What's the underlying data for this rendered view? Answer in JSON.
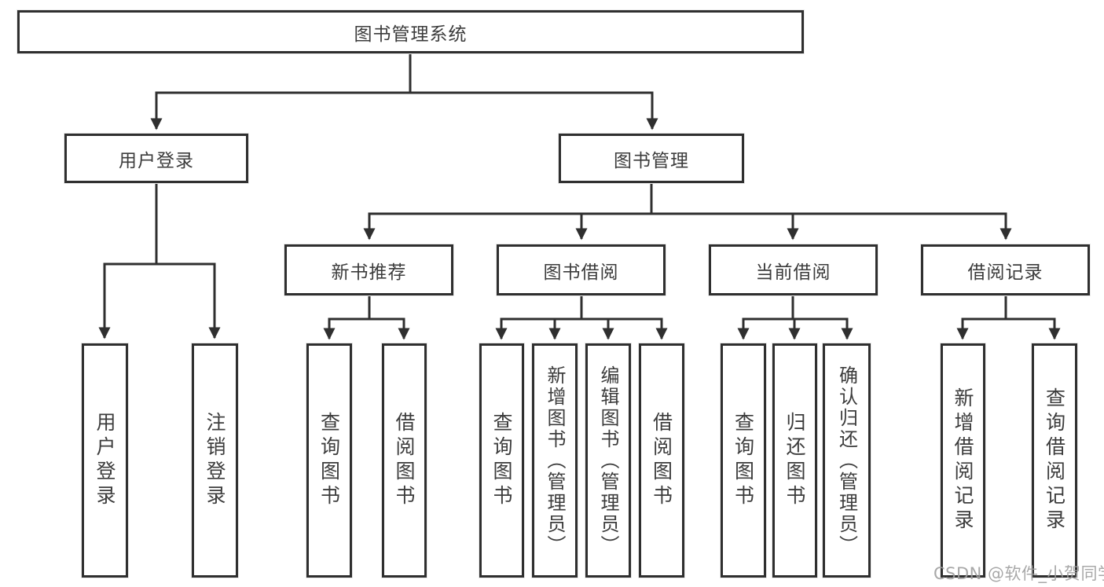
{
  "tree": {
    "root": {
      "label": "图书管理系统",
      "children": [
        {
          "label": "用户登录",
          "children": [
            {
              "label": "用户登录"
            },
            {
              "label": "注销登录"
            }
          ]
        },
        {
          "label": "图书管理",
          "children": [
            {
              "label": "新书推荐",
              "children": [
                {
                  "label": "查询图书"
                },
                {
                  "label": "借阅图书"
                }
              ]
            },
            {
              "label": "图书借阅",
              "children": [
                {
                  "label": "查询图书"
                },
                {
                  "label": "新增图书（管理员）"
                },
                {
                  "label": "编辑图书（管理员）"
                },
                {
                  "label": "借阅图书"
                }
              ]
            },
            {
              "label": "当前借阅",
              "children": [
                {
                  "label": "查询图书"
                },
                {
                  "label": "归还图书"
                },
                {
                  "label": "确认归还（管理员）"
                }
              ]
            },
            {
              "label": "借阅记录",
              "children": [
                {
                  "label": "新增借阅记录"
                },
                {
                  "label": "查询借阅记录"
                }
              ]
            }
          ]
        }
      ]
    }
  },
  "watermark": "CSDN @软件_小贺同学",
  "colors": {
    "line": "#2f2f2f",
    "box_border": "#2f2f2f",
    "text": "#3c3c3c",
    "watermark": "#9e9e9e",
    "background": "#ffffff"
  }
}
